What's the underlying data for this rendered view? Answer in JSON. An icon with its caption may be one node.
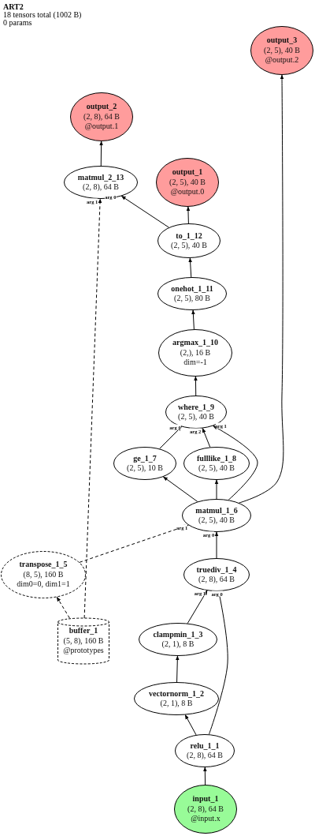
{
  "diagram": {
    "title": "ART2",
    "labels": [
      "18 tensors total (1002 B)",
      "0 params"
    ],
    "nodes": [
      {
        "text": [
          "output_3",
          "(2, 5), 40 B",
          "@output.2"
        ]
      },
      {
        "text": [
          "output_2",
          "(2, 8), 64 B",
          "@output.1"
        ]
      },
      {
        "text": [
          "matmul_2_13",
          "(2, 8), 64 B"
        ]
      },
      {
        "text": [
          "output_1",
          "(2, 5), 40 B",
          "@output.0"
        ]
      },
      {
        "text": [
          "to_1_12",
          "(2, 5), 40 B"
        ]
      },
      {
        "text": [
          "onehot_1_11",
          "(2, 5), 80 B"
        ]
      },
      {
        "text": [
          "argmax_1_10",
          "(2,), 16 B",
          "dim=-1"
        ]
      },
      {
        "text": [
          "where_1_9",
          "(2, 5), 40 B"
        ]
      },
      {
        "text": [
          "ge_1_7",
          "(2, 5), 10 B"
        ]
      },
      {
        "text": [
          "fulllike_1_8",
          "(2, 5), 40 B"
        ]
      },
      {
        "text": [
          "matmul_1_6",
          "(2, 5), 40 B"
        ]
      },
      {
        "text": [
          "transpose_1_5",
          "(8, 5), 160 B",
          "dim0=0, dim1=1"
        ]
      },
      {
        "text": [
          "truediv_1_4",
          "(2, 8), 64 B"
        ]
      },
      {
        "text": [
          "buffer_1",
          "(5, 8), 160 B",
          "@prototypes"
        ]
      },
      {
        "text": [
          "clampmin_1_3",
          "(2, 1), 8 B"
        ]
      },
      {
        "text": [
          "vectornorm_1_2",
          "(2, 1), 8 B"
        ]
      },
      {
        "text": [
          "relu_1_1",
          "(2, 8), 64 B"
        ]
      },
      {
        "text": [
          "input_1",
          "(2, 8), 64 B",
          "@input.x"
        ]
      }
    ],
    "edges": [
      {
        "from": 2,
        "to": 1,
        "arrow": "to"
      },
      {
        "from": 4,
        "to": 3,
        "arrow": "to"
      },
      {
        "from": 4,
        "to": 2,
        "arrow": "to",
        "label": "arg 0"
      },
      {
        "from": 13,
        "to": 2,
        "arrow": "to",
        "label": "arg 1",
        "style": "dashed"
      },
      {
        "from": 5,
        "to": 4,
        "arrow": "to"
      },
      {
        "from": 6,
        "to": 5,
        "arrow": "to"
      },
      {
        "from": 7,
        "to": 6,
        "arrow": "to"
      },
      {
        "from": 8,
        "to": 7,
        "arrow": "to",
        "label": "arg 0"
      },
      {
        "from": 9,
        "to": 7,
        "arrow": "to",
        "label": "arg 2"
      },
      {
        "from": 10,
        "to": 7,
        "arrow": "to",
        "label": "arg 1"
      },
      {
        "from": 10,
        "to": 8,
        "arrow": "to"
      },
      {
        "from": 10,
        "to": 9,
        "arrow": "to"
      },
      {
        "from": 10,
        "to": 0,
        "arrow": "to"
      },
      {
        "from": 11,
        "to": 10,
        "arrow": "to",
        "label": "arg 1",
        "style": "dashed"
      },
      {
        "from": 12,
        "to": 10,
        "arrow": "to",
        "label": "arg 0"
      },
      {
        "from": 13,
        "to": 11,
        "arrow": "to",
        "style": "dashed"
      },
      {
        "from": 14,
        "to": 12,
        "arrow": "to",
        "label": "arg 1"
      },
      {
        "from": 16,
        "to": 12,
        "arrow": "to",
        "label": "arg 0"
      },
      {
        "from": 15,
        "to": 14,
        "arrow": "to"
      },
      {
        "from": 16,
        "to": 15,
        "arrow": "to"
      },
      {
        "from": 17,
        "to": 16,
        "arrow": "to"
      }
    ]
  }
}
